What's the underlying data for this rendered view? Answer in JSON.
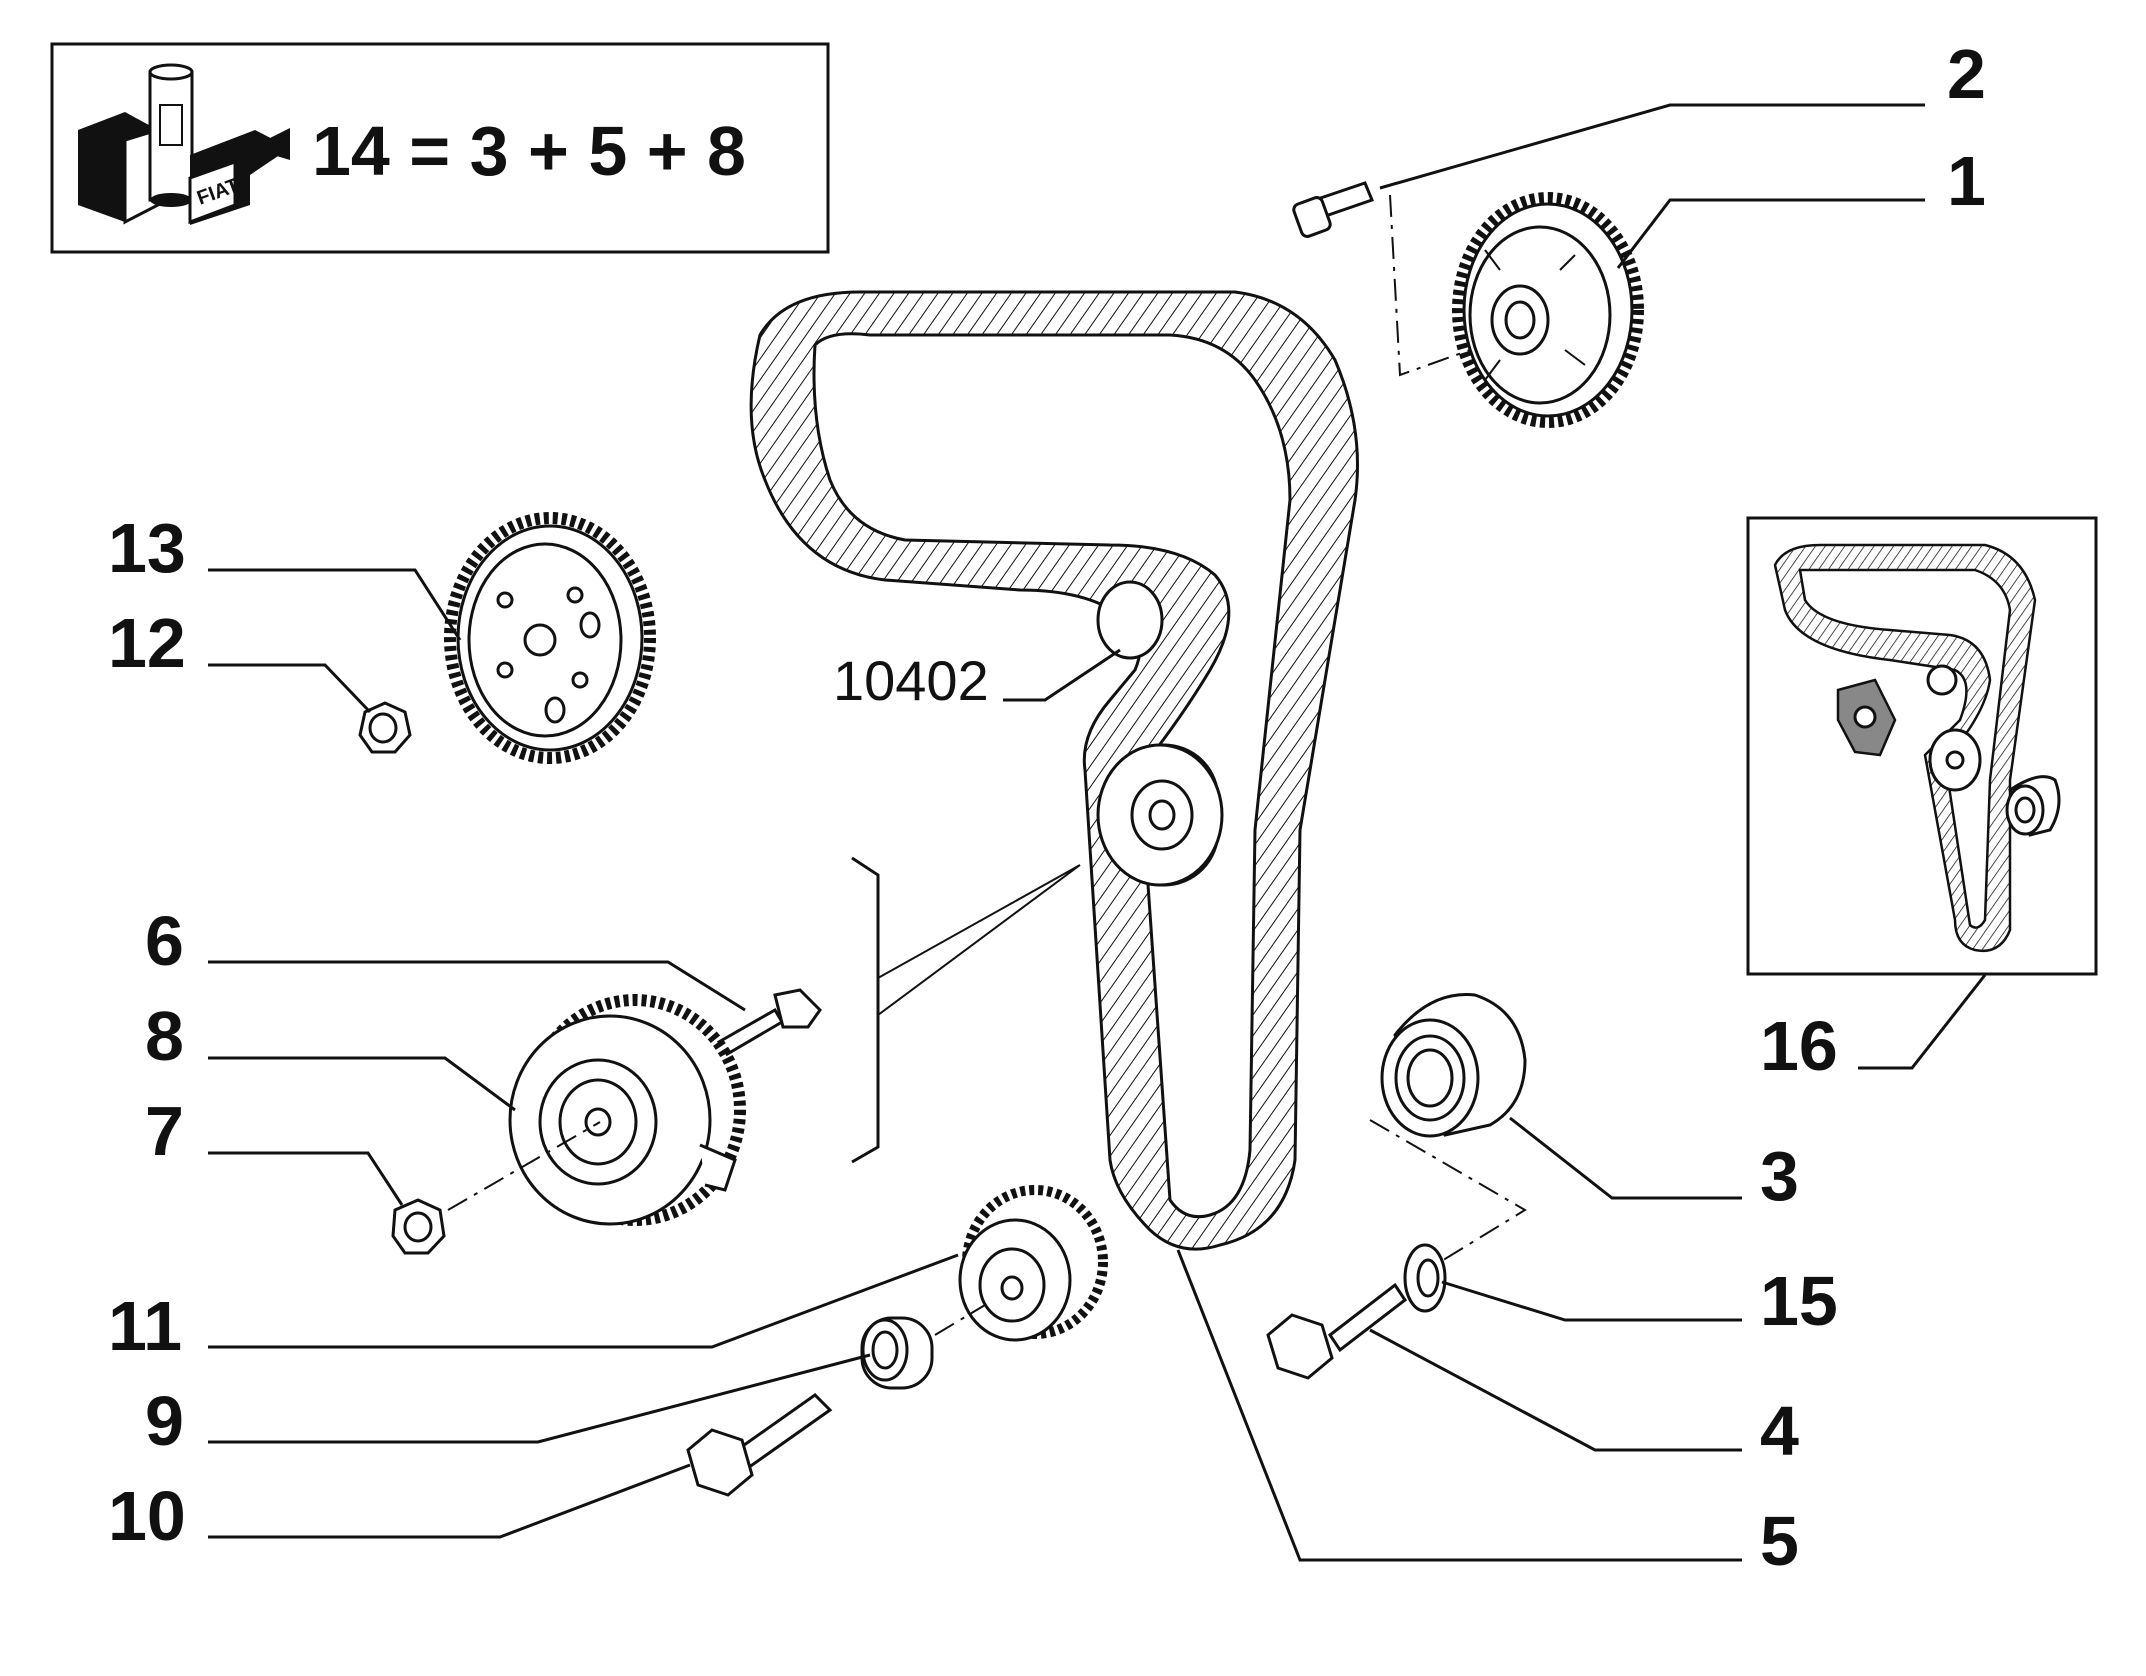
{
  "legend": {
    "formula": "14 = 3 + 5 + 8",
    "brand_text": "FIAT"
  },
  "reference_code": "10402",
  "callouts": [
    {
      "id": "p1",
      "text": "1"
    },
    {
      "id": "p2",
      "text": "2"
    },
    {
      "id": "p3",
      "text": "3"
    },
    {
      "id": "p4",
      "text": "4"
    },
    {
      "id": "p5",
      "text": "5"
    },
    {
      "id": "p6",
      "text": "6"
    },
    {
      "id": "p7",
      "text": "7"
    },
    {
      "id": "p8",
      "text": "8"
    },
    {
      "id": "p9",
      "text": "9"
    },
    {
      "id": "p10",
      "text": "10"
    },
    {
      "id": "p11",
      "text": "11"
    },
    {
      "id": "p12",
      "text": "12"
    },
    {
      "id": "p13",
      "text": "13"
    },
    {
      "id": "p15",
      "text": "15"
    },
    {
      "id": "p16",
      "text": "16"
    }
  ],
  "colors": {
    "ink": "#111111",
    "paper": "#ffffff"
  }
}
